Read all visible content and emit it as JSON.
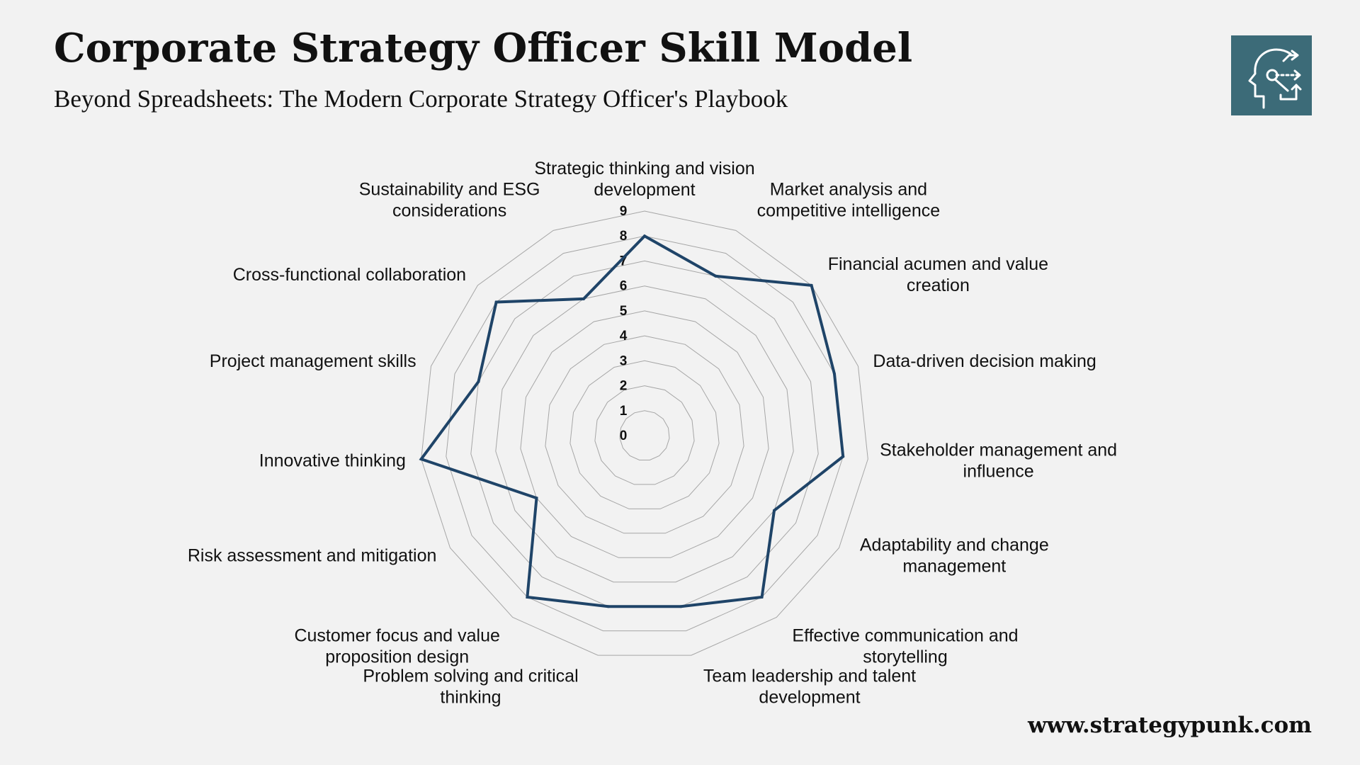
{
  "header": {
    "title": "Corporate Strategy Officer Skill Model",
    "subtitle": "Beyond Spreadsheets: The Modern Corporate Strategy Officer's Playbook",
    "logo_icon": "head-strategy-arrows-icon",
    "logo_color": "#3c6b78"
  },
  "footer": {
    "url": "www.strategypunk.com"
  },
  "chart_data": {
    "type": "radar",
    "title": "",
    "categories": [
      "Strategic thinking and vision development",
      "Market analysis and competitive intelligence",
      "Financial acumen and value creation",
      "Data-driven decision making",
      "Stakeholder management and influence",
      "Adaptability and change management",
      "Effective communication and storytelling",
      "Team leadership and talent development",
      "Problem solving and critical thinking",
      "Customer focus and value proposition design",
      "Risk assessment and mitigation",
      "Innovative thinking",
      "Project management skills",
      "Cross-functional collaboration",
      "Sustainability and ESG considerations"
    ],
    "series": [
      {
        "values": [
          8,
          7,
          9,
          8,
          8,
          6,
          8,
          7,
          7,
          8,
          5,
          9,
          7,
          8,
          6
        ],
        "color": "#1f4468"
      }
    ],
    "rmin": 0,
    "rmax": 9,
    "ticks": [
      "0",
      "1",
      "2",
      "3",
      "4",
      "5",
      "6",
      "7",
      "8",
      "9"
    ],
    "grid": true,
    "grid_color": "#a6a6a6",
    "legend": "none"
  }
}
